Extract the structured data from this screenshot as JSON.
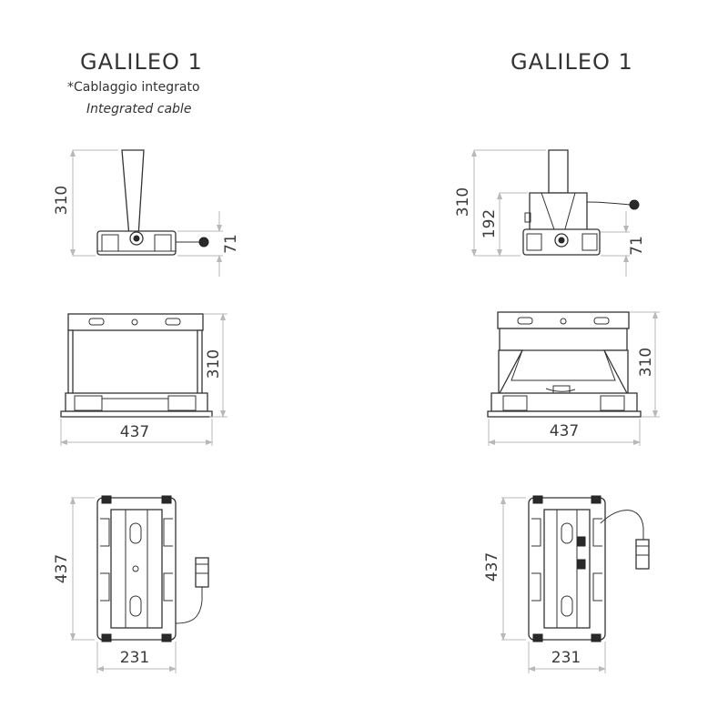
{
  "titles": {
    "left": "GALILEO 1",
    "right": "GALILEO 1"
  },
  "notes": {
    "line1": "*Cablaggio integrato",
    "line2": "Integrated cable"
  },
  "left_views": {
    "side": {
      "height": "310",
      "cable_height": "71"
    },
    "front": {
      "height": "310",
      "width": "437"
    },
    "top": {
      "length": "437",
      "width": "231"
    }
  },
  "right_views": {
    "side": {
      "height": "310",
      "mid_height": "192",
      "cable_height": "71"
    },
    "front": {
      "height": "310",
      "width": "437"
    },
    "top": {
      "length": "437",
      "width": "231"
    }
  },
  "colors": {
    "outline": "#333333",
    "dimension_line": "#b8b8b8",
    "text": "#3a3a3a"
  }
}
